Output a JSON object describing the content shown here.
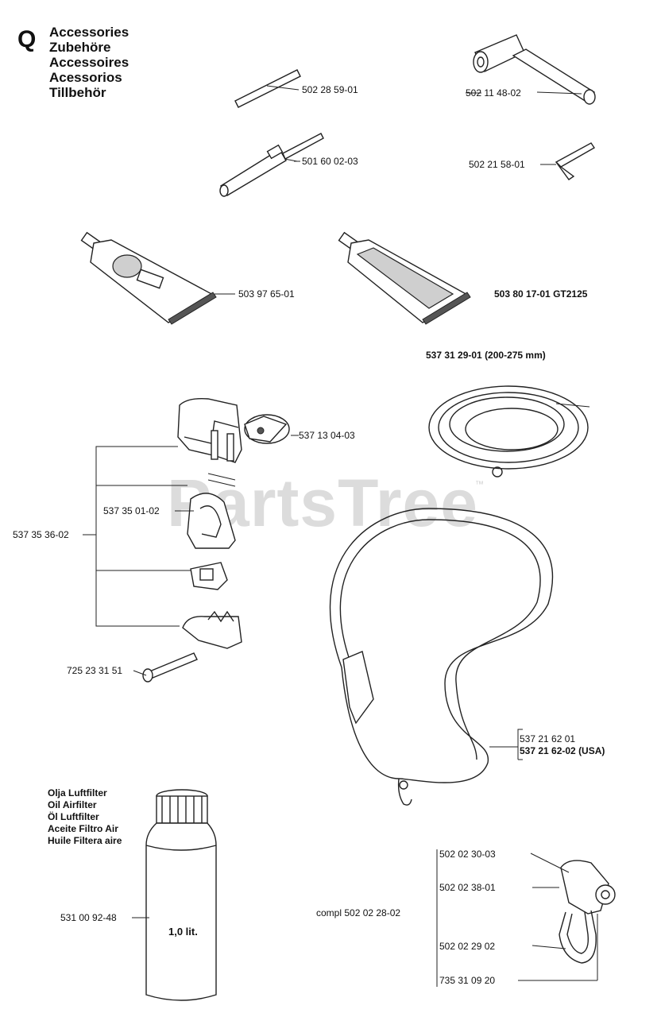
{
  "header": {
    "letter": "Q",
    "titles": [
      "Accessories",
      "Zubehöre",
      "Accessoires",
      "Acessorios",
      "Tillbehör"
    ]
  },
  "parts": {
    "p1": "502 28 59-01",
    "p2": "502 11 48-02",
    "p3": "501 60 02-03",
    "p4": "502 21 58-01",
    "p5": "503 97 65-01",
    "p6": "503 80 17-01 GT2125",
    "p7": "537 31 29-01 (200-275 mm)",
    "p8": "537 13 04-03",
    "p9": "537 35 01-02",
    "p10": "537 35 36-02",
    "p11": "725 23 31 51",
    "p12": "537 21 62 01",
    "p13": "537 21 62-02 (USA)",
    "p14": "502 02 30-03",
    "p15": "502 02 38-01",
    "p16": "compl 502 02 28-02",
    "p17": "502 02 29 02",
    "p18": "735 31 09 20",
    "p19": "531 00 92-48"
  },
  "oil": {
    "lines": [
      "Olja Luftfilter",
      "Oil Airfilter",
      "Öl Luftfilter",
      "Aceite Filtro Air",
      "Huile Filtera aire"
    ],
    "bottle_label": "1,0 lit."
  },
  "watermark": {
    "text": "PartsTree",
    "tm": "™"
  }
}
